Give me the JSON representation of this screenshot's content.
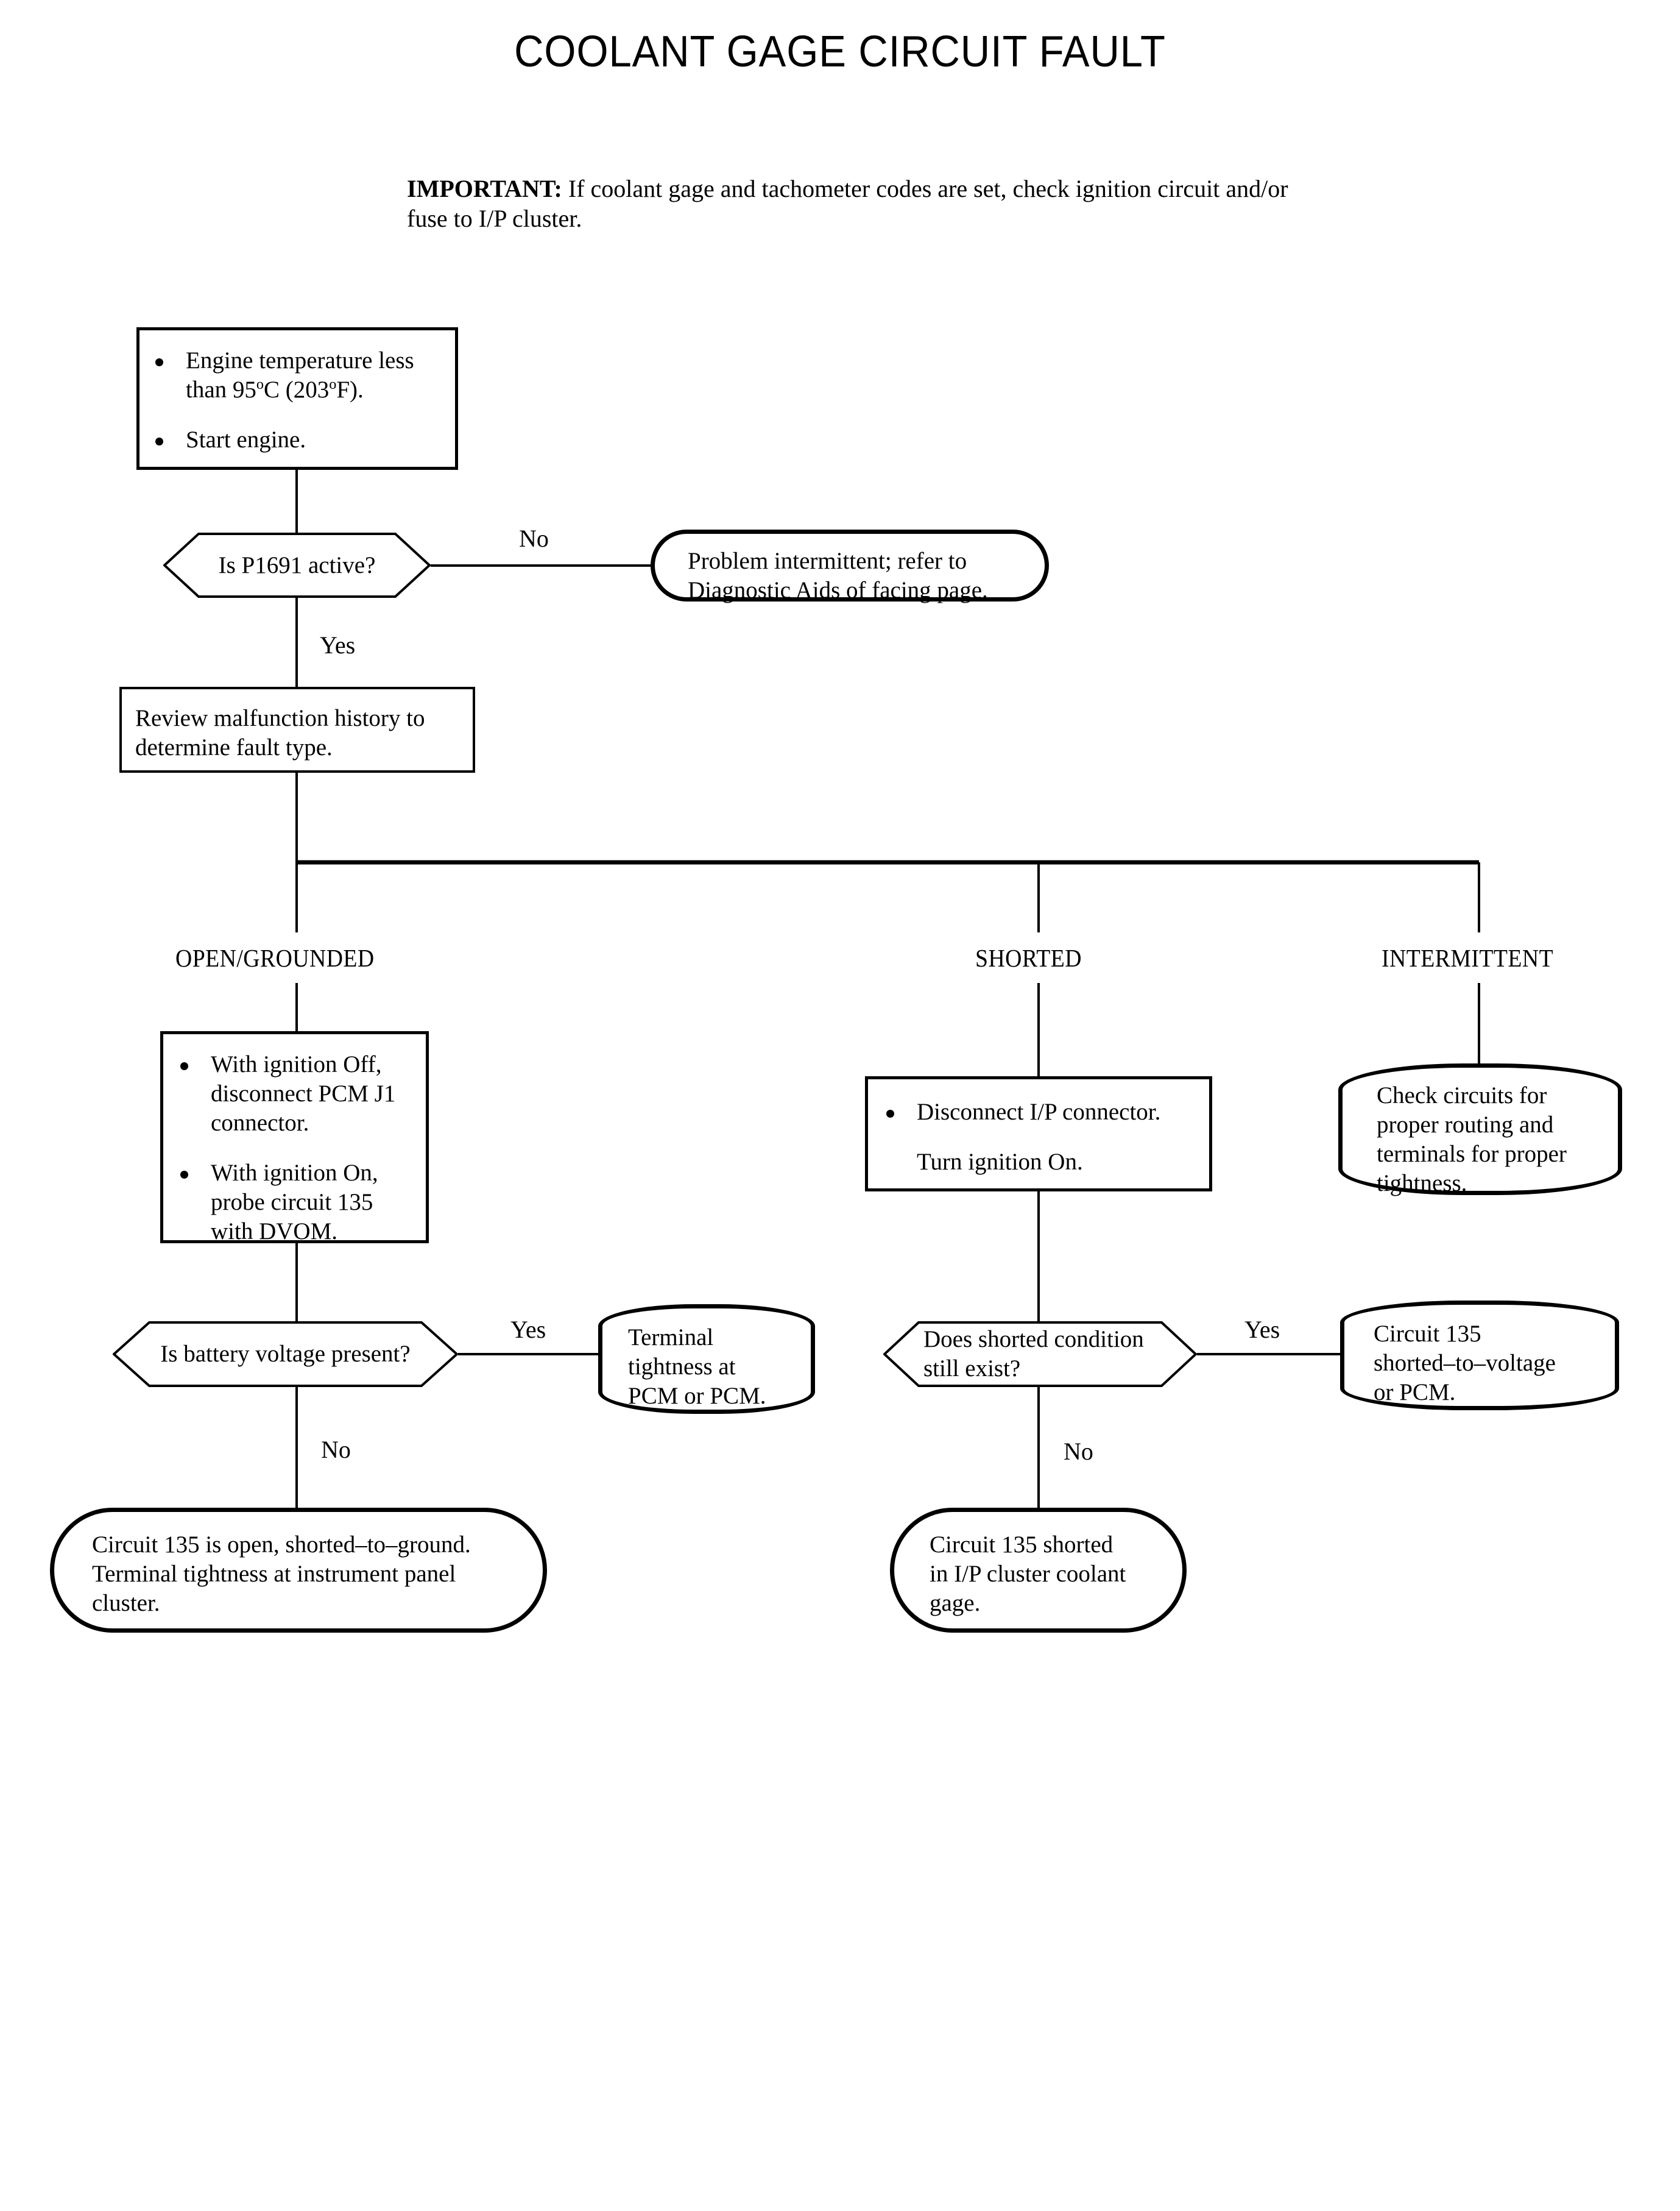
{
  "page": {
    "title": "COOLANT GAGE CIRCUIT FAULT",
    "note_label": "IMPORTANT:",
    "note_text": " If coolant gage and tachometer codes are set, check ignition circuit and/or fuse to I/P cluster."
  },
  "nodes": {
    "start_conditions": {
      "type": "process",
      "items": [
        "Engine temperature less than 95 °C (203 °F).",
        "Start engine."
      ],
      "line1a": "Engine temperature less",
      "line1b_pre": "than 95",
      "line1b_mid": "C (203",
      "line1b_end": "F).",
      "line2": "Start engine."
    },
    "decision_p1691": {
      "type": "decision",
      "text": "Is P1691 active?"
    },
    "problem_intermittent": {
      "type": "terminator",
      "line1": "Problem intermittent; refer to",
      "line2": "Diagnostic Aids of facing page."
    },
    "review_history": {
      "type": "process",
      "line1": "Review malfunction history to",
      "line2": "determine fault type."
    },
    "open_grounded_actions": {
      "type": "process",
      "item1_l1": "With ignition Off,",
      "item1_l2": "disconnect PCM J1",
      "item1_l3": "connector.",
      "item2_l1": "With ignition On,",
      "item2_l2": "probe circuit 135",
      "item2_l3": "with DVOM."
    },
    "shorted_actions": {
      "type": "process",
      "item1": "Disconnect I/P connector.",
      "item2": "Turn ignition On."
    },
    "intermittent_check": {
      "type": "terminator",
      "line1": "Check circuits for",
      "line2": "proper routing and",
      "line3": "terminals for proper",
      "line4": "tightness."
    },
    "decision_battery_voltage": {
      "type": "decision",
      "text": "Is battery voltage present?"
    },
    "terminal_tightness_pcm": {
      "type": "terminator",
      "line1": "Terminal",
      "line2": "tightness at",
      "line3": "PCM or PCM."
    },
    "decision_shorted_exists": {
      "type": "decision",
      "line1": "Does shorted condition",
      "line2": "still exist?"
    },
    "circuit135_shorted_voltage": {
      "type": "terminator",
      "line1": "Circuit 135",
      "line2": "shorted–to–voltage",
      "line3": "or PCM."
    },
    "circuit135_open": {
      "type": "terminator",
      "line1": "Circuit 135 is open, shorted–to–ground.",
      "line2": "Terminal tightness at instrument panel",
      "line3": "cluster."
    },
    "circuit135_shorted_cluster": {
      "type": "terminator",
      "line1": "Circuit 135 shorted",
      "line2": "in I/P cluster coolant",
      "line3": "gage."
    }
  },
  "branches": {
    "open_grounded": "OPEN/GROUNDED",
    "shorted": "SHORTED",
    "intermittent": "INTERMITTENT"
  },
  "edges": {
    "p1691_no": "No",
    "p1691_yes": "Yes",
    "battery_yes": "Yes",
    "battery_no": "No",
    "shorted_yes": "Yes",
    "shorted_no": "No"
  },
  "symbols": {
    "degree": "o"
  },
  "colors": {
    "ink": "#000000",
    "paper": "#ffffff"
  }
}
